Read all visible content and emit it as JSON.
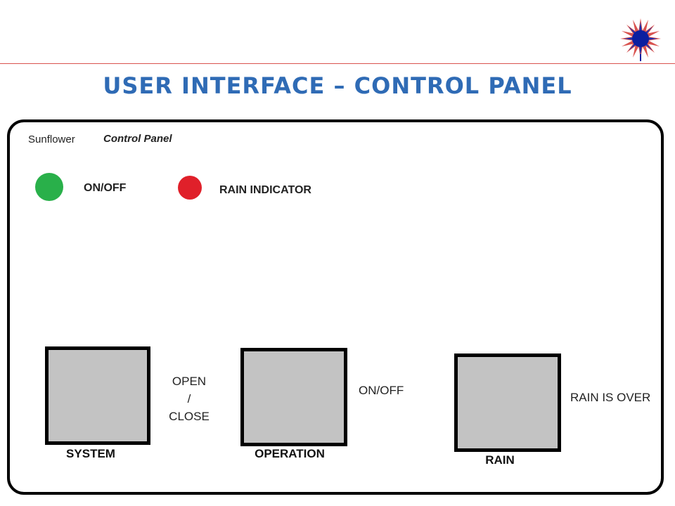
{
  "header": {
    "title": "USER INTERFACE – CONTROL PANEL",
    "logo_icon": "sunburst-icon"
  },
  "panel": {
    "app_name": "Sunflower",
    "panel_name": "Control Panel",
    "indicators": [
      {
        "label": "ON/OFF",
        "color": "#29b04a",
        "state": "on"
      },
      {
        "label": "RAIN INDICATOR",
        "color": "#e0202a",
        "state": "on"
      }
    ],
    "buttons": {
      "system": {
        "caption": "SYSTEM",
        "side_lines": [
          "OPEN",
          "/",
          "CLOSE"
        ]
      },
      "operation": {
        "caption": "OPERATION",
        "side_label": "ON/OFF"
      },
      "rain": {
        "caption": "RAIN",
        "side_label": "RAIN IS OVER"
      }
    }
  },
  "colors": {
    "title": "#2f6bb5",
    "rule": "#d9534f",
    "button_fill": "#c3c3c3",
    "logo_core": "#0b1fa0",
    "logo_rays": "#d9534f"
  }
}
